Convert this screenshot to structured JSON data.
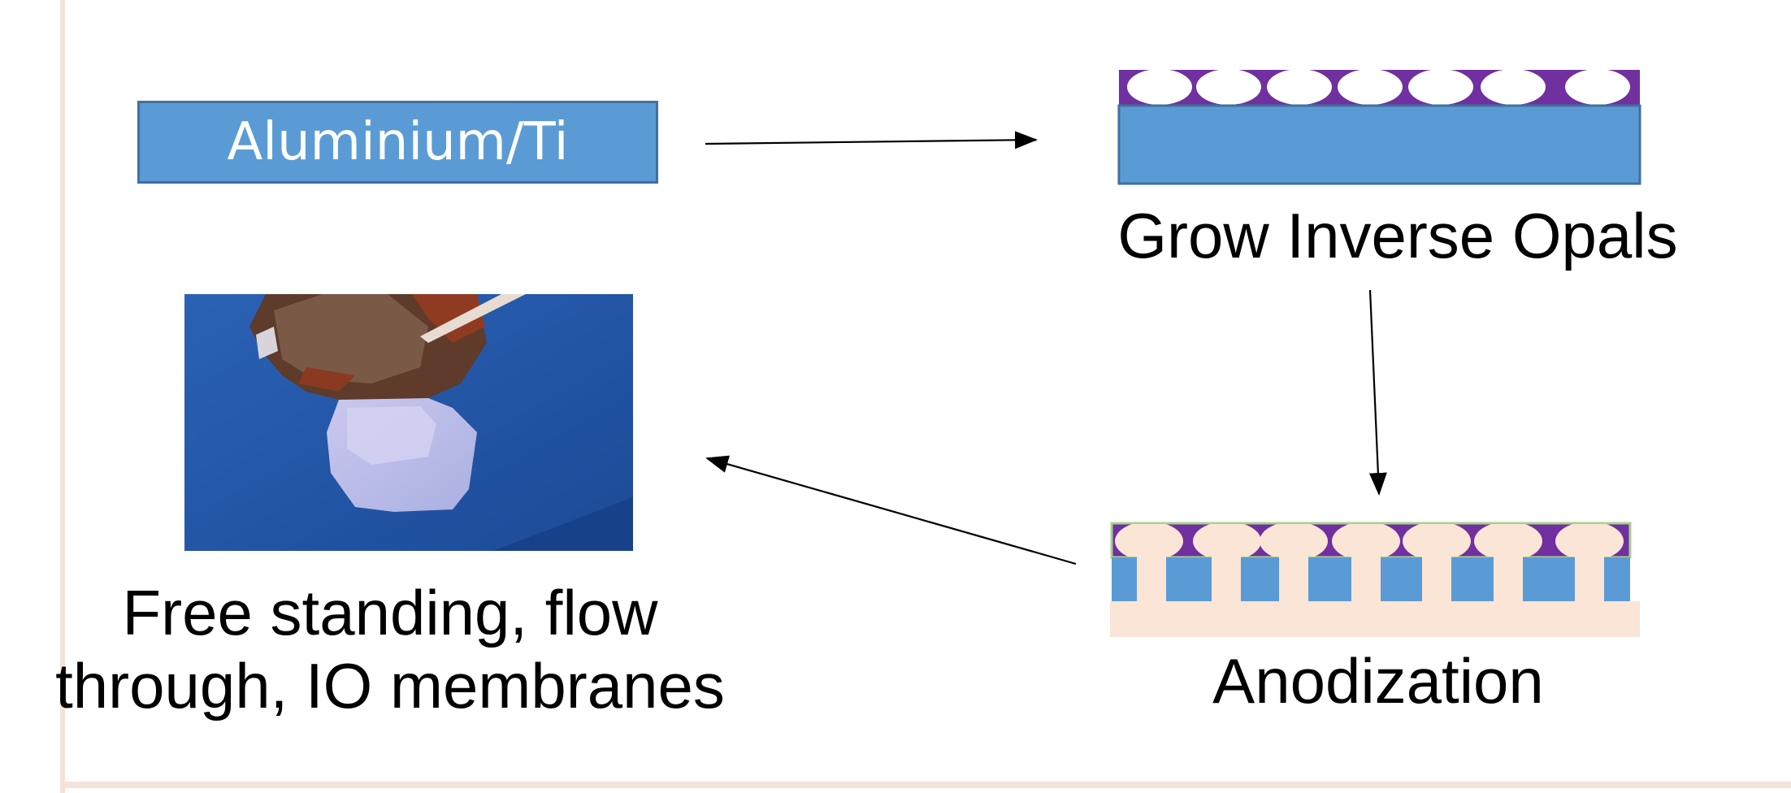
{
  "diagram": {
    "substrate_label": "Aluminium/Ti",
    "step_grow_label": "Grow Inverse Opals",
    "step_anodization_label": "Anodization",
    "result_label_line1": "Free standing, flow",
    "result_label_line2": "through, IO membranes"
  },
  "colors": {
    "blue": "#5b9bd5",
    "blue_border": "#41719c",
    "purple": "#7030a0",
    "peach": "#fbe5d6",
    "green_outline": "#a9d18e",
    "arrow": "#000000"
  },
  "icons": {
    "arrow": "arrow-icon",
    "photo": "membrane-photo"
  }
}
